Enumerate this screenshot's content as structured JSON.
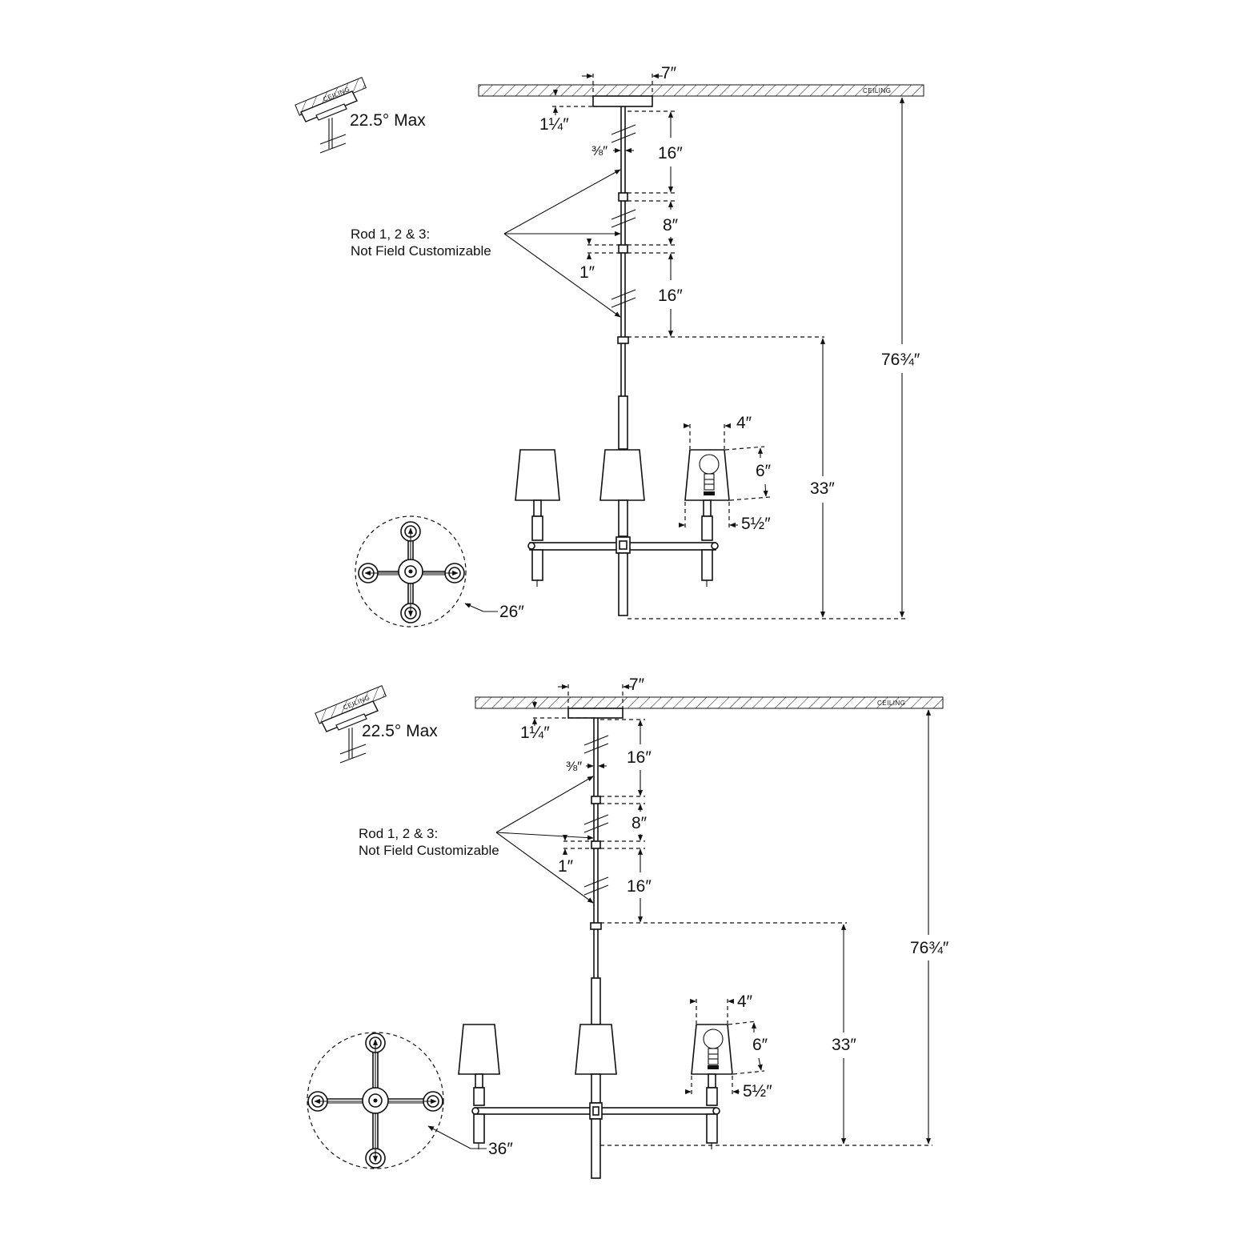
{
  "drawings": [
    {
      "id": "small",
      "ceiling_label": "CEILING",
      "slope_label": "22.5° Max",
      "canopy_width": "7″",
      "canopy_height": "1¼″",
      "rod_diameter": "⅜″",
      "rod_lengths": [
        "16″",
        "8″",
        "16″"
      ],
      "coupler_height": "1″",
      "rods_note_line1": "Rod 1, 2 & 3:",
      "rods_note_line2": "Not Field Customizable",
      "fixture_height": "33″",
      "overall_height": "76¾″",
      "shade_top": "4″",
      "shade_height": "6″",
      "shade_bottom": "5½″",
      "diameter": "26″"
    },
    {
      "id": "large",
      "ceiling_label": "CEILING",
      "slope_label": "22.5° Max",
      "canopy_width": "7″",
      "canopy_height": "1¼″",
      "rod_diameter": "⅜″",
      "rod_lengths": [
        "16″",
        "8″",
        "16″"
      ],
      "coupler_height": "1″",
      "rods_note_line1": "Rod 1, 2 & 3:",
      "rods_note_line2": "Not Field Customizable",
      "fixture_height": "33″",
      "overall_height": "76¾″",
      "shade_top": "4″",
      "shade_height": "6″",
      "shade_bottom": "5½″",
      "diameter": "36″"
    }
  ],
  "colors": {
    "line": "#111111",
    "background": "#ffffff"
  }
}
